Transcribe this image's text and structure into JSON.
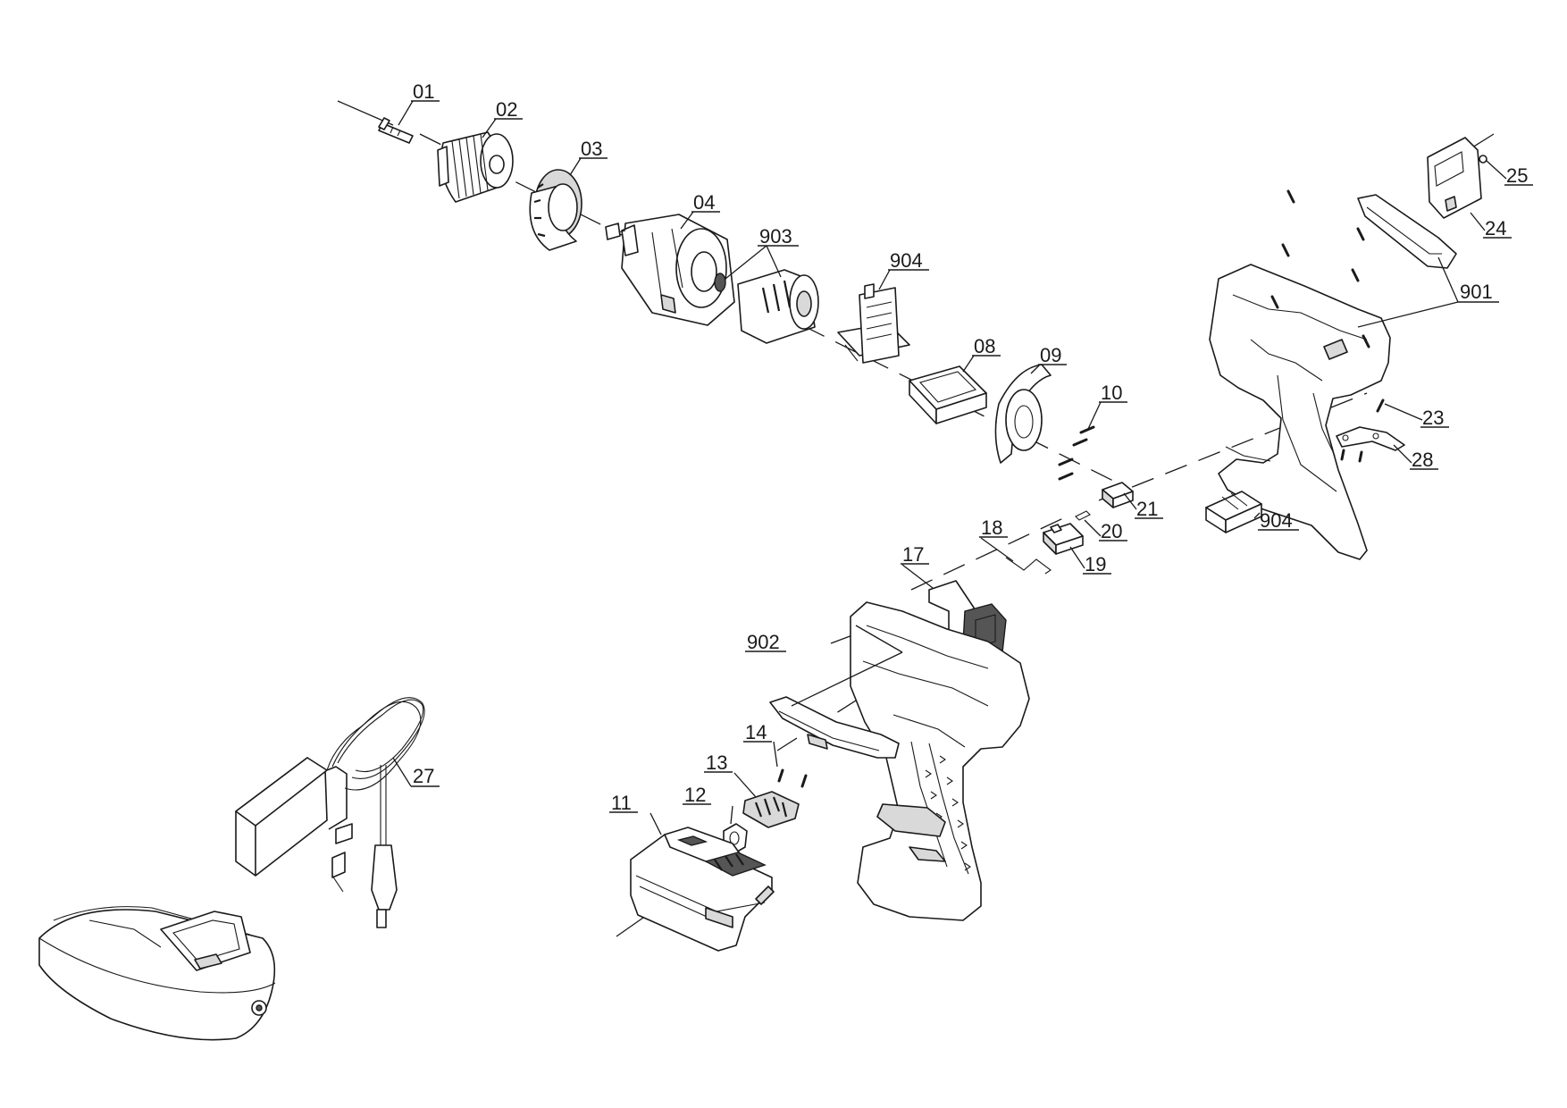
{
  "diagram": {
    "parts": [
      {
        "id": "p01",
        "label": "01"
      },
      {
        "id": "p02",
        "label": "02"
      },
      {
        "id": "p03",
        "label": "03"
      },
      {
        "id": "p04",
        "label": "04"
      },
      {
        "id": "p903",
        "label": "903"
      },
      {
        "id": "p904a",
        "label": "904"
      },
      {
        "id": "p08",
        "label": "08"
      },
      {
        "id": "p09",
        "label": "09"
      },
      {
        "id": "p10",
        "label": "10"
      },
      {
        "id": "p21",
        "label": "21"
      },
      {
        "id": "p20",
        "label": "20"
      },
      {
        "id": "p19",
        "label": "19"
      },
      {
        "id": "p18",
        "label": "18"
      },
      {
        "id": "p17",
        "label": "17"
      },
      {
        "id": "p25",
        "label": "25"
      },
      {
        "id": "p24",
        "label": "24"
      },
      {
        "id": "p901",
        "label": "901"
      },
      {
        "id": "p23",
        "label": "23"
      },
      {
        "id": "p28",
        "label": "28"
      },
      {
        "id": "p904b",
        "label": "904"
      },
      {
        "id": "p902",
        "label": "902"
      },
      {
        "id": "p14",
        "label": "14"
      },
      {
        "id": "p13",
        "label": "13"
      },
      {
        "id": "p12",
        "label": "12"
      },
      {
        "id": "p11",
        "label": "11"
      },
      {
        "id": "p27",
        "label": "27"
      }
    ]
  }
}
